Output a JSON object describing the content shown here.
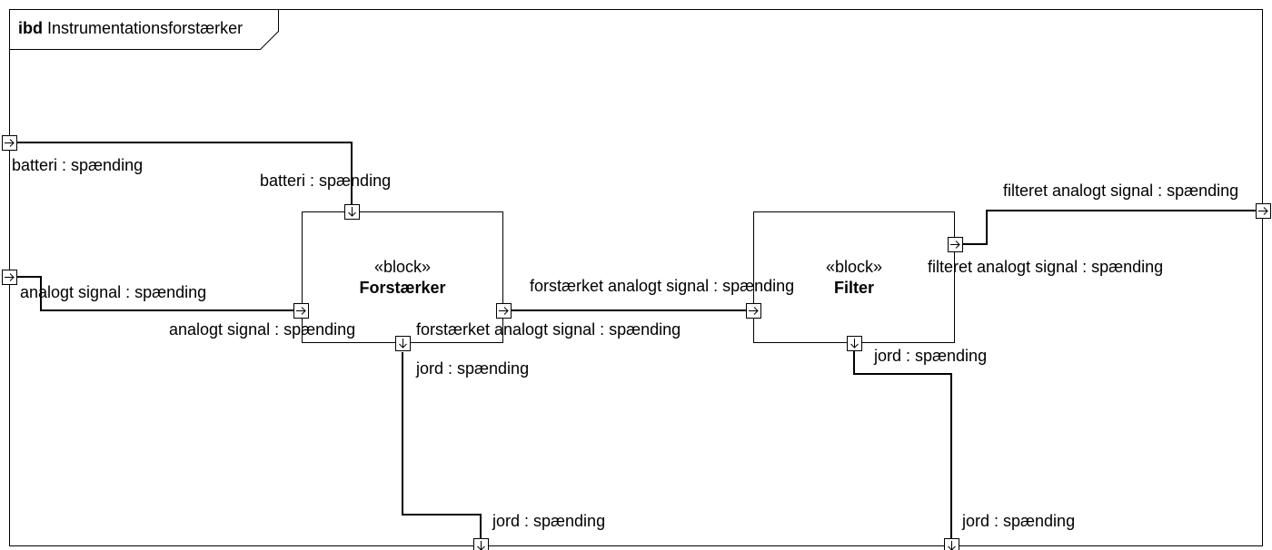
{
  "diagram": {
    "frame": {
      "kind": "ibd",
      "name": "Instrumentationsforstærker"
    },
    "blocks": [
      {
        "stereotype": "«block»",
        "name": "Forstærker"
      },
      {
        "stereotype": "«block»",
        "name": "Filter"
      }
    ],
    "port_labels": {
      "frame_batteri": "batteri : spænding",
      "frame_analog": "analogt signal : spænding",
      "frame_filtered": "filteret analogt signal : spænding",
      "frame_jord_left": "jord : spænding",
      "frame_jord_right": "jord : spænding",
      "amp_batteri": "batteri : spænding",
      "amp_analog": "analogt signal : spænding",
      "amp_out": "forstærket analogt signal : spænding",
      "amp_jord": "jord : spænding",
      "filter_in": "forstærket analogt signal : spænding",
      "filter_out": "filteret analogt signal : spænding",
      "filter_jord": "jord : spænding"
    },
    "port_direction_icon": "arrow-icon"
  }
}
